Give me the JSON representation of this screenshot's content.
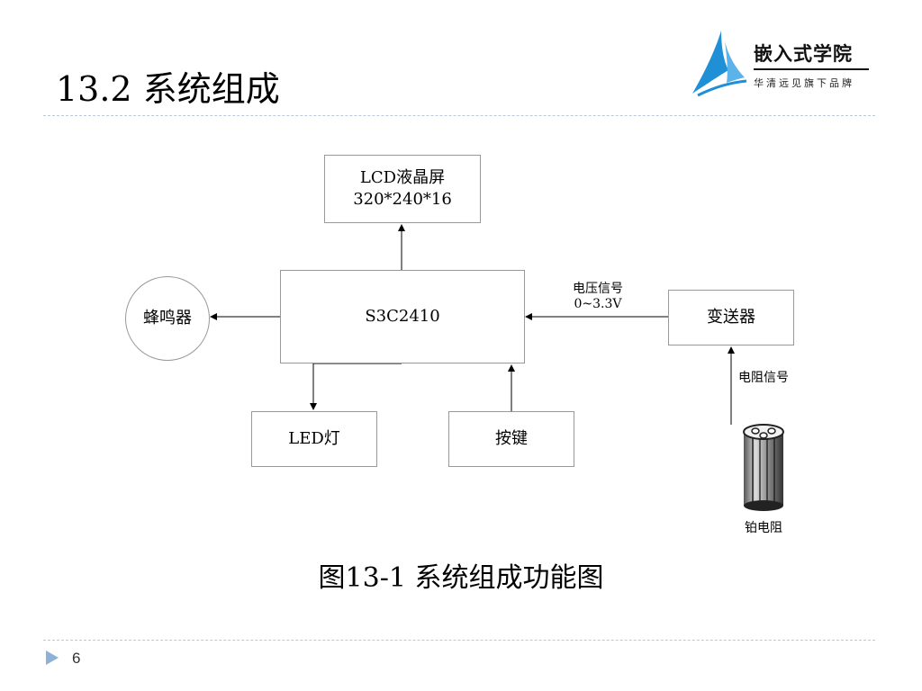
{
  "slide": {
    "title": "13.2 系统组成",
    "caption": "图13-1 系统组成功能图",
    "page_number": "6"
  },
  "logo": {
    "name": "嵌入式学院",
    "tagline": "华清远见旗下品牌",
    "accent_color": "#1f8fd6"
  },
  "diagram": {
    "lcd": {
      "line1": "LCD液晶屏",
      "line2": "320*240*16"
    },
    "cpu": "S3C2410",
    "buzzer": "蜂鸣器",
    "led": "LED灯",
    "key": "按键",
    "transmitter": "变送器",
    "voltage_signal": {
      "line1": "电压信号",
      "line2": "0~3.3V"
    },
    "resistance_signal": "电阻信号",
    "pt_resistor": "铂电阻"
  }
}
